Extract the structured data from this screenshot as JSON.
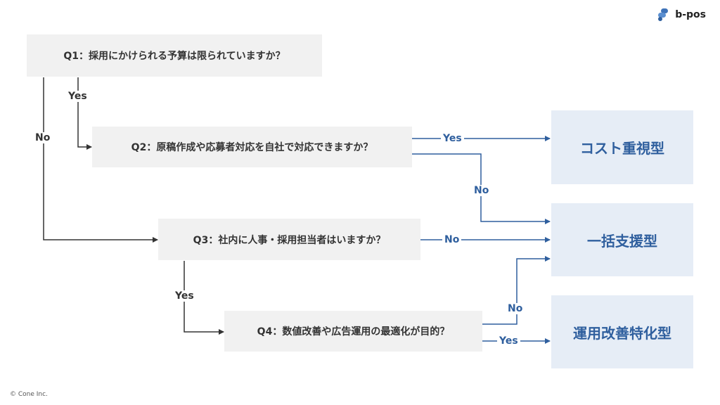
{
  "brand": {
    "name": "b-pos",
    "logo_icon": "b-pos-logo-icon"
  },
  "footer": {
    "copyright": "© Cone Inc."
  },
  "colors": {
    "question_bg": "#f1f1f1",
    "result_bg": "#e6edf6",
    "accent": "#2f5f9e",
    "dark": "#333333"
  },
  "questions": {
    "q1": "Q1：採用にかけられる予算は限られていますか？",
    "q2": "Q2：原稿作成や応募者対応を自社で対応できますか？",
    "q3": "Q3：社内に人事・採用担当者はいますか？",
    "q4": "Q4：数値改善や広告運用の最適化が目的？"
  },
  "results": {
    "cost": "コスト重視型",
    "full": "一括支援型",
    "ops": "運用改善特化型"
  },
  "labels": {
    "q1_yes": "Yes",
    "q1_no": "No",
    "q2_yes": "Yes",
    "q2_no": "No",
    "q3_no": "No",
    "q3_yes": "Yes",
    "q4_no": "No",
    "q4_yes": "Yes"
  }
}
